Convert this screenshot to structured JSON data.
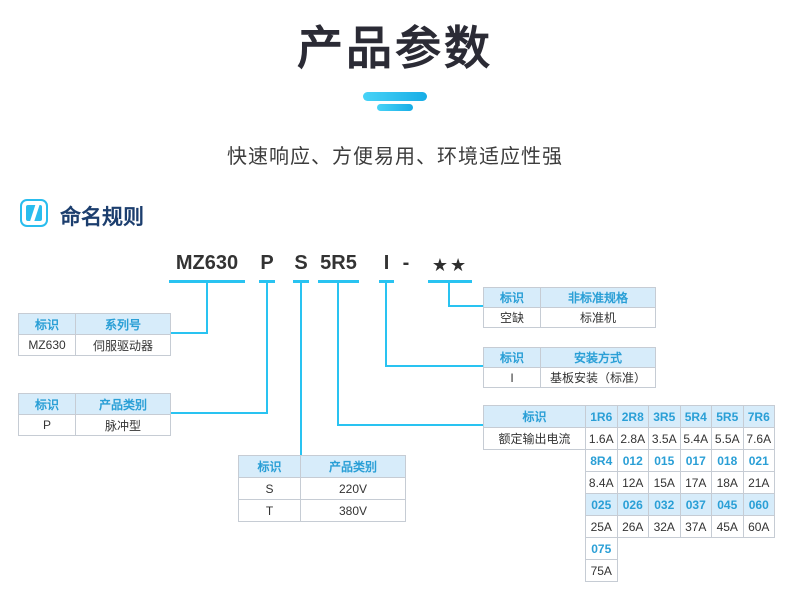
{
  "page": {
    "title": "产品参数",
    "subtitle": "快速响应、方便易用、环境适应性强",
    "section_title": "命名规则"
  },
  "model_code": {
    "segments": [
      "MZ630",
      "P",
      "S",
      "5R5",
      "I",
      "-",
      "★★"
    ]
  },
  "tables": {
    "series": {
      "headers": [
        "标识",
        "系列号"
      ],
      "row": [
        "MZ630",
        "伺服驱动器"
      ]
    },
    "pulse_type": {
      "headers": [
        "标识",
        "产品类别"
      ],
      "row": [
        "P",
        "脉冲型"
      ]
    },
    "voltage": {
      "headers": [
        "标识",
        "产品类别"
      ],
      "rows": [
        [
          "S",
          "220V"
        ],
        [
          "T",
          "380V"
        ]
      ]
    },
    "nonstandard": {
      "headers": [
        "标识",
        "非标准规格"
      ],
      "row": [
        "空缺",
        "标准机"
      ]
    },
    "mounting": {
      "headers": [
        "标识",
        "安装方式"
      ],
      "row": [
        "I",
        "基板安装（标准）"
      ]
    },
    "rated_current": {
      "id_label": "标识",
      "value_label": "额定输出电流",
      "code_rows": [
        [
          "1R6",
          "2R8",
          "3R5",
          "5R4",
          "5R5",
          "7R6"
        ],
        [
          "8R4",
          "012",
          "015",
          "017",
          "018",
          "021"
        ],
        [
          "025",
          "026",
          "032",
          "037",
          "045",
          "060"
        ],
        [
          "075"
        ]
      ],
      "value_rows": [
        [
          "1.6A",
          "2.8A",
          "3.5A",
          "5.4A",
          "5.5A",
          "7.6A"
        ],
        [
          "8.4A",
          "12A",
          "15A",
          "17A",
          "18A",
          "21A"
        ],
        [
          "25A",
          "26A",
          "32A",
          "37A",
          "45A",
          "60A"
        ],
        [
          "75A"
        ]
      ]
    }
  },
  "colors": {
    "accent": "#29c3f1",
    "header_bg": "#d7ecfa",
    "header_text": "#2a9fd6",
    "title_text": "#2b2b35"
  }
}
